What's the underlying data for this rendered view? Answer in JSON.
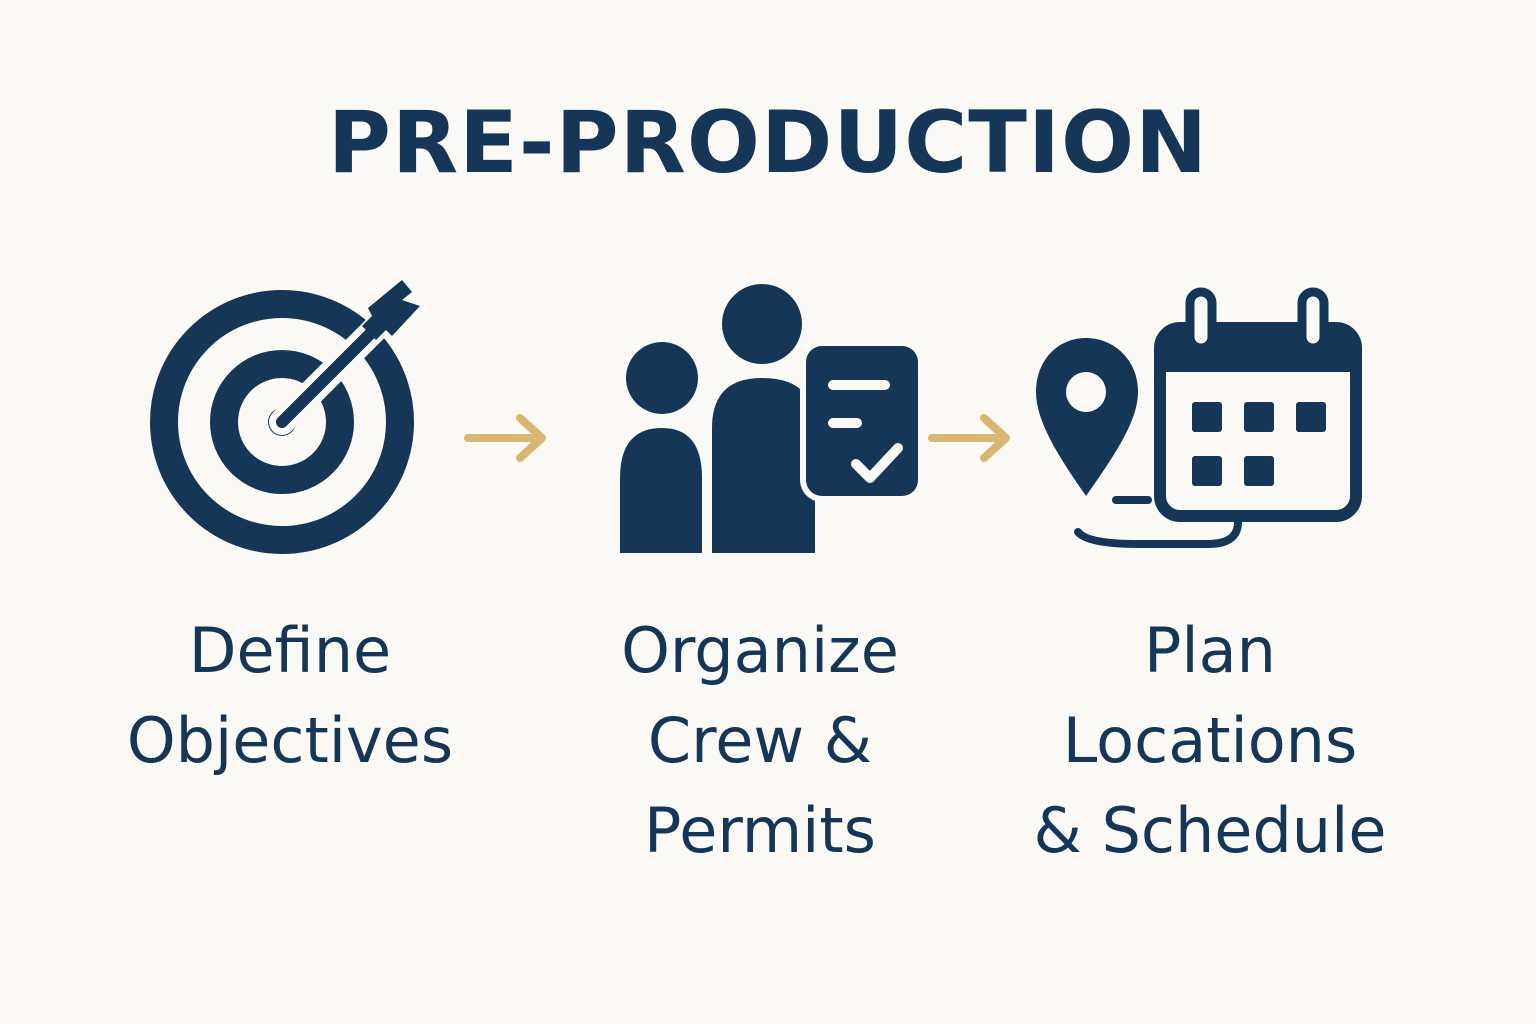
{
  "title": "PRE-PRODUCTION",
  "colors": {
    "primary": "#163657",
    "accent": "#d9b572",
    "background": "#fbf9f6"
  },
  "steps": [
    {
      "icon": "target-arrow-icon",
      "lines": [
        "Define",
        "Objectives"
      ]
    },
    {
      "icon": "crew-permit-icon",
      "lines": [
        "Organize",
        "Crew &",
        "Permits"
      ]
    },
    {
      "icon": "location-calendar-icon",
      "lines": [
        "Plan",
        "Locations",
        "& Schedule"
      ]
    }
  ],
  "connectors": [
    "arrow-right-icon",
    "arrow-right-icon"
  ]
}
